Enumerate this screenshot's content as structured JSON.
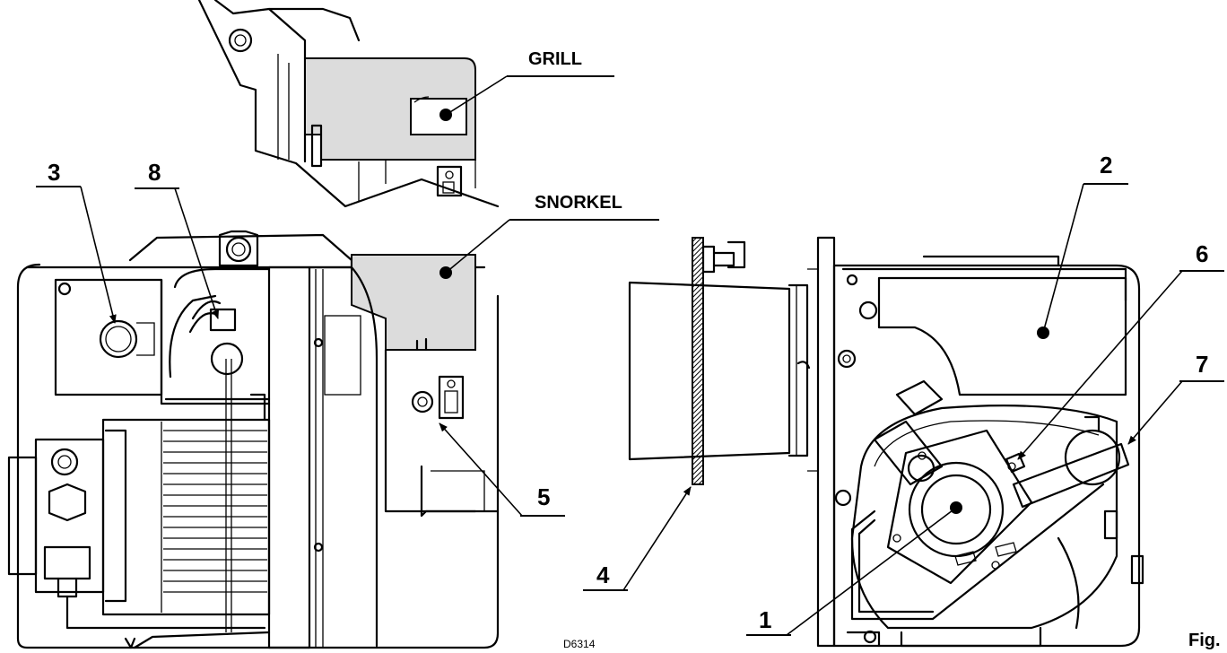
{
  "labels": {
    "grill": "GRILL",
    "snorkel": "SNORKEL",
    "n1": "1",
    "n2": "2",
    "n3": "3",
    "n4": "4",
    "n5": "5",
    "n6": "6",
    "n7": "7",
    "n8": "8"
  },
  "drawing_code": "D6314",
  "figure_caption": "Fig."
}
